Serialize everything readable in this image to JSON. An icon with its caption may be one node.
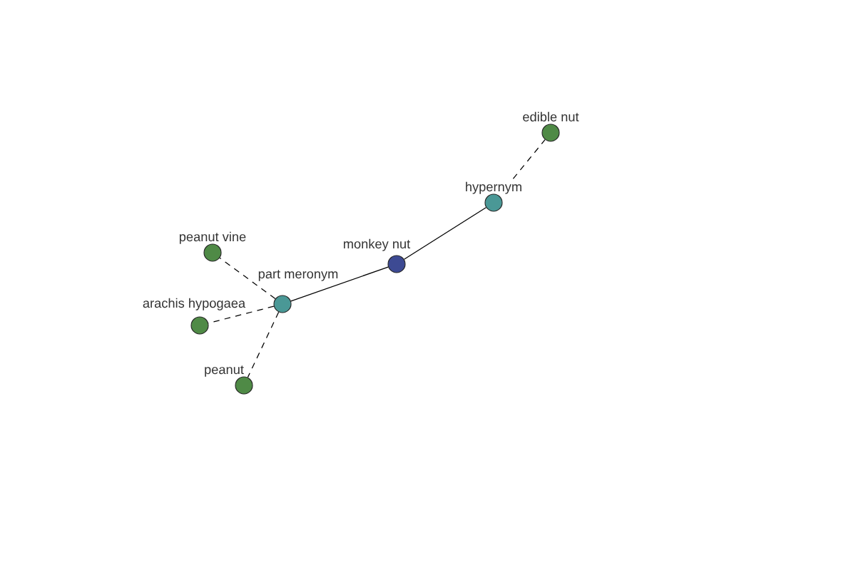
{
  "diagram": {
    "nodes": [
      {
        "text": [
          "edible nut"
        ]
      },
      {
        "text": [
          "hypernym"
        ]
      },
      {
        "text": [
          "peanut vine"
        ]
      },
      {
        "text": [
          "monkey nut"
        ]
      },
      {
        "text": [
          "part meronym"
        ]
      },
      {
        "text": [
          "arachis hypogaea"
        ]
      },
      {
        "text": [
          "peanut"
        ]
      }
    ],
    "edges": [
      {
        "from": 3,
        "to": 1,
        "arrow": "none"
      },
      {
        "from": 1,
        "to": 0,
        "arrow": "none",
        "style": "dashed"
      },
      {
        "from": 3,
        "to": 4,
        "arrow": "none"
      },
      {
        "from": 4,
        "to": 2,
        "arrow": "none",
        "style": "dashed"
      },
      {
        "from": 4,
        "to": 5,
        "arrow": "none",
        "style": "dashed"
      },
      {
        "from": 4,
        "to": 6,
        "arrow": "none",
        "style": "dashed"
      }
    ]
  }
}
